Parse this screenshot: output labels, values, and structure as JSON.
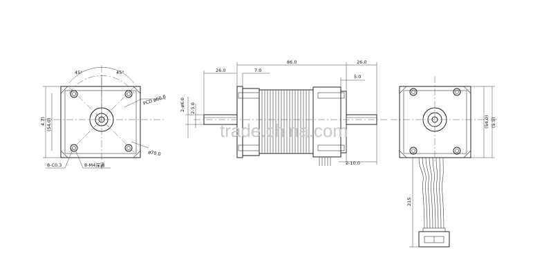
{
  "front_view": {
    "angle_left": "45°",
    "angle_right": "45°",
    "pcd": "PCD ø60.0",
    "outer_dia": "ø70.0",
    "left_dim_top": "4.7)",
    "left_dim_bottom": "(54.0)",
    "hole_label_a": "8-C0.3",
    "hole_label_b": "8-M4深通"
  },
  "side_view": {
    "dim_total": "86.0",
    "dim_left_shaft": "26.0",
    "dim_right_shaft": "26.0",
    "dim_front": "7.0",
    "dim_rear": "5.0",
    "shaft_dia": "2-ø6.0",
    "flat": "2-5.0",
    "dim_bottom": "2-10.0"
  },
  "rear_view": {
    "dim_a": "(54.0)",
    "dim_b": "(5.5)",
    "cable_length": "215"
  },
  "watermark": "trade.china.com"
}
